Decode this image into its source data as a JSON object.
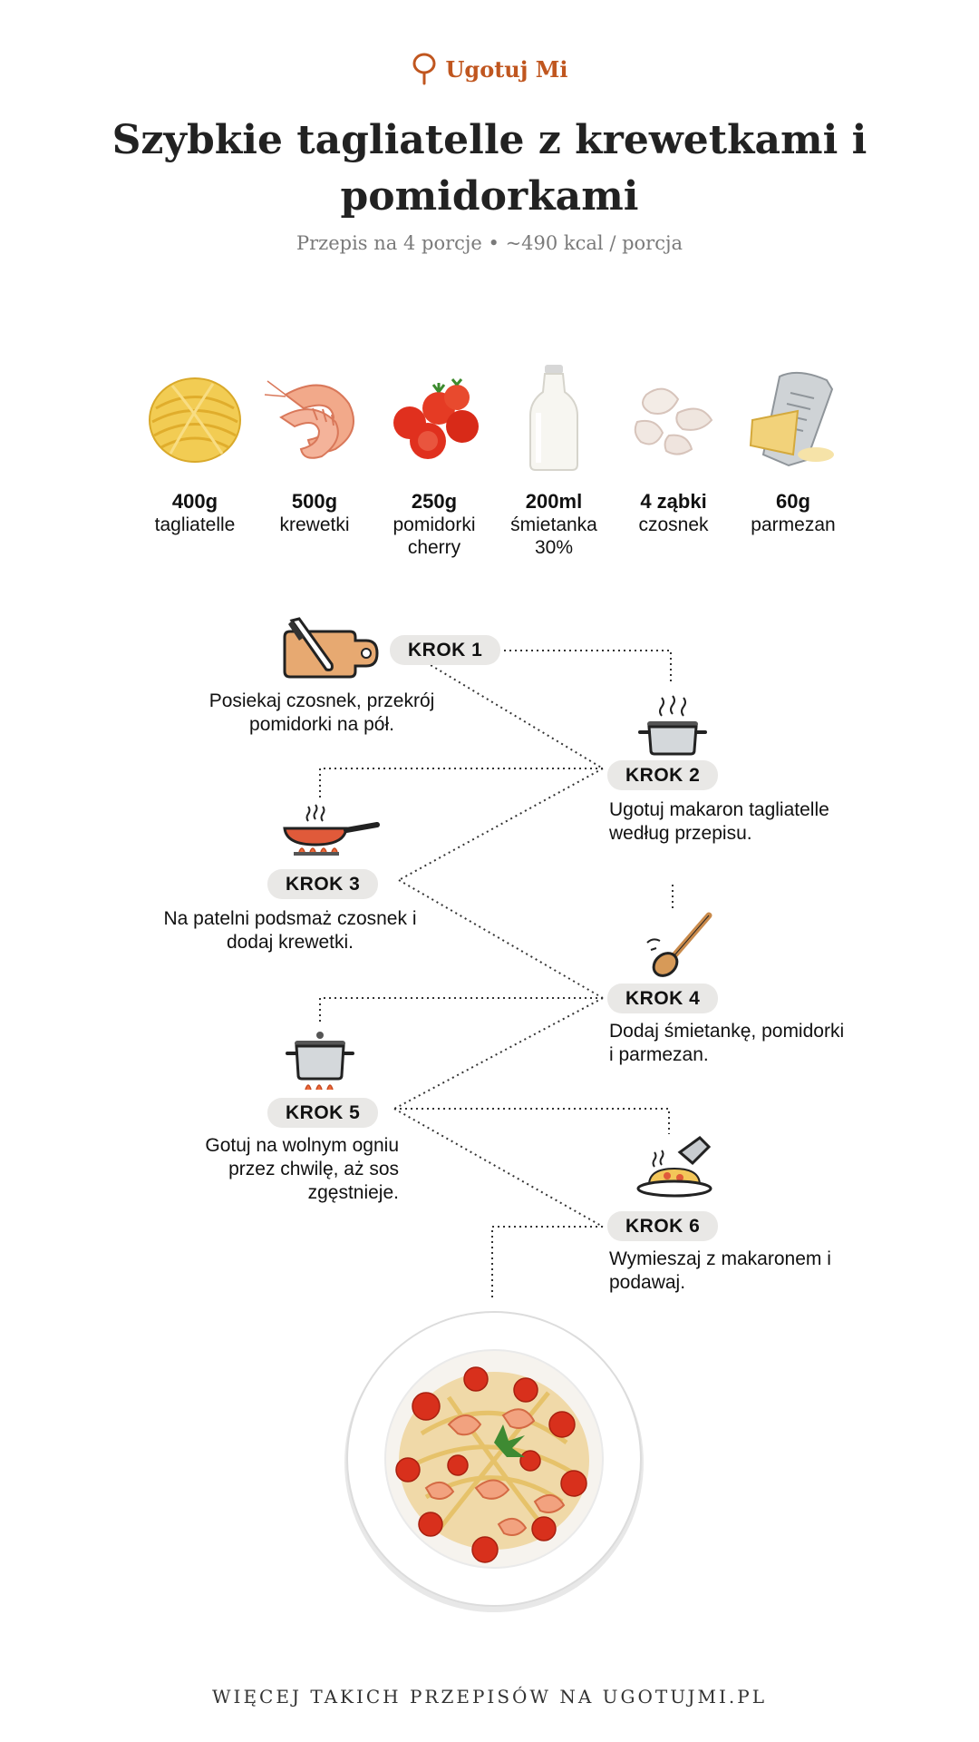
{
  "brand": {
    "name": "Ugotuj Mi",
    "accent": "#c0561f",
    "icon": "spoon-pin-icon"
  },
  "title": "Szybkie tagliatelle z krewetkami i pomidorkami",
  "subtitle": "Przepis na 4 porcje • ~490 kcal / porcja",
  "ingredients": [
    {
      "amount": "400g",
      "name": "tagliatelle",
      "icon": "tagliatelle-nest-icon"
    },
    {
      "amount": "500g",
      "name": "krewetki",
      "icon": "shrimp-icon"
    },
    {
      "amount": "250g",
      "name": "pomidorki cherry",
      "icon": "cherry-tomatoes-icon"
    },
    {
      "amount": "200ml",
      "name": "śmietanka 30%",
      "icon": "milk-bottle-icon"
    },
    {
      "amount": "4 ząbki",
      "name": "czosnek",
      "icon": "garlic-icon"
    },
    {
      "amount": "60g",
      "name": "parmezan",
      "icon": "grater-cheese-icon"
    }
  ],
  "steps": [
    {
      "label": "KROK 1",
      "text": "Posiekaj czosnek, przekrój pomidorki na pół.",
      "icon": "cutting-board-knife-icon"
    },
    {
      "label": "KROK 2",
      "text": "Ugotuj makaron tagliatelle według przepisu.",
      "icon": "boiling-pot-icon"
    },
    {
      "label": "KROK 3",
      "text": "Na patelni podsmaż czosnek i dodaj krewetki.",
      "icon": "frying-pan-icon"
    },
    {
      "label": "KROK 4",
      "text": "Dodaj śmietankę, pomidorki i parmezan.",
      "icon": "wooden-spoon-icon"
    },
    {
      "label": "KROK 5",
      "text": "Gotuj na wolnym ogniu przez chwilę, aż sos zgęstnieje.",
      "icon": "pot-on-stove-icon"
    },
    {
      "label": "KROK 6",
      "text": "Wymieszaj z makaronem i podawaj.",
      "icon": "serving-plate-icon"
    }
  ],
  "final_dish": {
    "icon": "pasta-plate-icon"
  },
  "footer": "WIĘCEJ TAKICH PRZEPISÓW NA UGOTUJMI.PL"
}
